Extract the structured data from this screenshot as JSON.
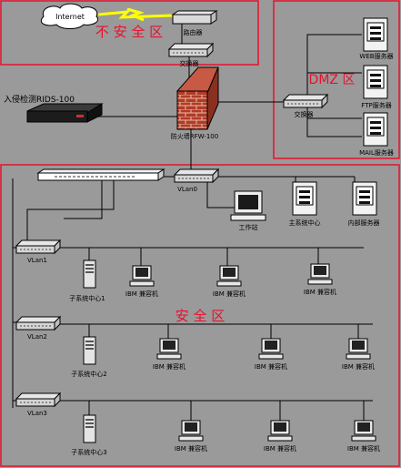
{
  "zones": {
    "unsafe": "不 安 全 区",
    "dmz": "DMZ 区",
    "safe": "安 全 区"
  },
  "labels": {
    "internet": "Internet",
    "router": "路由器",
    "switch_top": "交换器",
    "ids": "入侵检测RIDS-100",
    "firewall": "防火墙RFW-100",
    "dmz_switch": "交换器",
    "web_server": "WEB服务器",
    "ftp_server": "FTP服务器",
    "mail_server": "MAIL服务器",
    "vlan0": "VLan0",
    "workstation": "工作站",
    "main_center": "主系统中心",
    "internal_server": "内部服务器",
    "vlan1": "VLan1",
    "vlan2": "VLan2",
    "vlan3": "VLan3",
    "sub_center_1": "子系统中心1",
    "sub_center_2": "子系统中心2",
    "sub_center_3": "子系统中心3",
    "ibm_pc": "IBM 兼容机"
  },
  "colors": {
    "zone_border": "#e8112d",
    "zone_text": "#e8112d",
    "background": "#9a9a9a",
    "line": "#000000",
    "bolt": "#ffff00"
  }
}
